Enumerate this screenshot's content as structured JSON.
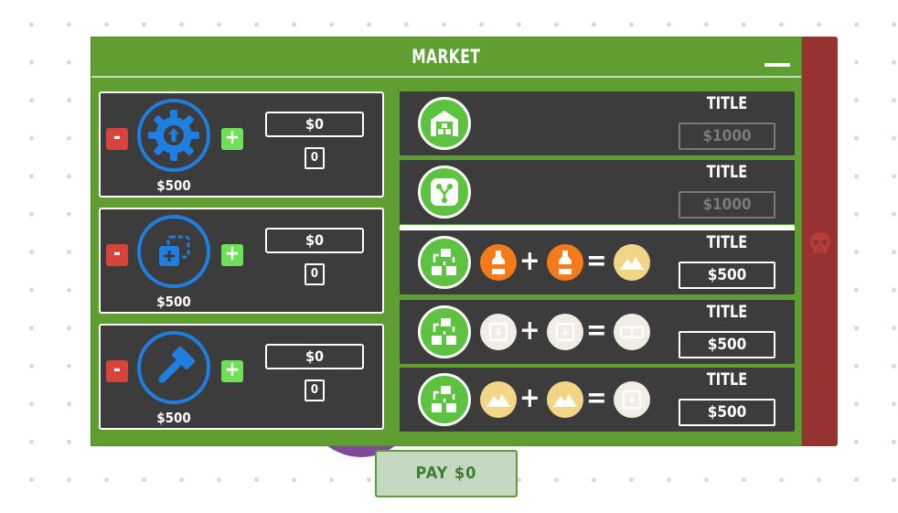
{
  "market": {
    "title": "MARKET",
    "upgrades": [
      {
        "icon": "gear-upgrade-icon",
        "price": "$500",
        "money": "$0",
        "quantity": "0",
        "minus": "-",
        "plus": "+"
      },
      {
        "icon": "duplicate-icon",
        "price": "$500",
        "money": "$0",
        "quantity": "0",
        "minus": "-",
        "plus": "+"
      },
      {
        "icon": "hammer-icon",
        "price": "$500",
        "money": "$0",
        "quantity": "0",
        "minus": "-",
        "plus": "+"
      }
    ],
    "items": [
      {
        "icon": "warehouse-icon",
        "title": "TITLE",
        "price": "$1000",
        "disabled": true
      },
      {
        "icon": "splitter-icon",
        "title": "TITLE",
        "price": "$1000",
        "disabled": true
      },
      {
        "icon": "converter-icon",
        "title": "TITLE",
        "price": "$500",
        "disabled": false,
        "recipe": [
          "orange-bottle-icon",
          "orange-bottle-icon",
          "sand-pile-icon"
        ],
        "plus": "+",
        "equals": "="
      },
      {
        "icon": "converter-icon",
        "title": "TITLE",
        "price": "$500",
        "disabled": false,
        "recipe": [
          "white-jar-icon",
          "white-jar-icon",
          "white-tray-icon"
        ],
        "plus": "+",
        "equals": "="
      },
      {
        "icon": "converter-icon",
        "title": "TITLE",
        "price": "$500",
        "disabled": false,
        "recipe": [
          "sand-pile-icon",
          "sand-pile-icon",
          "white-jar-icon"
        ],
        "plus": "+",
        "equals": "="
      }
    ]
  },
  "side_panel": {
    "icon": "skull-icon"
  },
  "pay": {
    "label": "PAY $0"
  },
  "colors": {
    "market_green": "#5f9f32",
    "card_dark": "#3c3c3c",
    "upgrade_blue": "#1f7fe0",
    "minus_red": "#d8433c",
    "plus_green": "#6ee05a",
    "icon_green": "#5cc23f",
    "orange": "#f47a1a",
    "sand": "#f2d587",
    "cream": "#f1ece4",
    "danger_red": "#963230",
    "pay_bg": "#c5d9c2"
  }
}
